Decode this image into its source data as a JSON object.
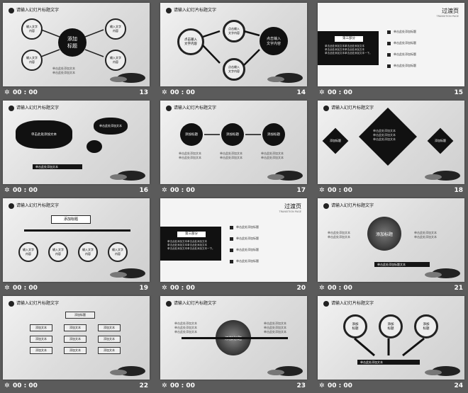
{
  "slide_title": "请输入幻灯片标题文字",
  "time": "00 : 00",
  "slides": [
    {
      "num": "13",
      "center": "添加\n标题",
      "bubble": "输入文字\n内容",
      "body": "单击此处添加文本\n单击此处添加文本"
    },
    {
      "num": "14",
      "left": "点击输入\n文字内容",
      "right": "点击输入\n文字内容",
      "bubble": "点击输入\n文字内容"
    },
    {
      "num": "15",
      "trans_title": "过渡页",
      "trans_sub": "TRANSITION PAGE",
      "section": "第三部分",
      "section_body": "单击此处添加文本单击此处添加文本\n单击此处添加文本单击此处添加文本\n单击此处添加文本单击此处添加文本一下。",
      "items": [
        "单击此处添加标题",
        "单击此处添加标题",
        "单击此处添加标题",
        "单击此处添加标题"
      ]
    },
    {
      "num": "16",
      "cloud1": "单击此处添加文本",
      "cloud2": "单击此处添加文本",
      "footer": "单击此处添加文本"
    },
    {
      "num": "17",
      "bubble": "添加标题"
    },
    {
      "num": "18",
      "diamond": "添加标题"
    },
    {
      "num": "19",
      "banner": "添加标题",
      "bubble": "输入文字\n内容"
    },
    {
      "num": "20",
      "trans_title": "过渡页",
      "trans_sub": "TRANSITION PAGE",
      "section": "第三部分",
      "section_body": "单击此处添加文本单击此处添加文本\n单击此处添加文本单击此处添加文本\n单击此处添加文本单击此处添加文本一下。",
      "items": [
        "单击此处添加标题",
        "单击此处添加标题",
        "单击此处添加标题",
        "单击此处添加标题"
      ]
    },
    {
      "num": "21",
      "center": "添加标题",
      "footer": "单击此处添加标题文本"
    },
    {
      "num": "22",
      "header": "添加标题",
      "scroll": "添加文本"
    },
    {
      "num": "23",
      "center": "添加标题",
      "text": "单击此处添加文本\n单击此处添加文本\n单击此处添加文本"
    },
    {
      "num": "24",
      "bubble": "添加\n标题",
      "footer": "单击此处添加文本"
    }
  ],
  "colors": {
    "bg": "#5b5b5b",
    "ink": "#111111"
  }
}
